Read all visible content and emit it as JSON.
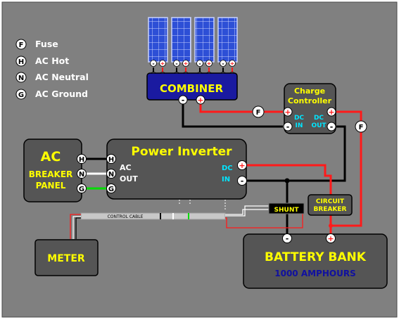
{
  "legend": [
    {
      "letter": "F",
      "label": "Fuse"
    },
    {
      "letter": "H",
      "label": "AC Hot"
    },
    {
      "letter": "N",
      "label": "AC Neutral"
    },
    {
      "letter": "G",
      "label": "AC Ground"
    }
  ],
  "panels": {
    "count": 4,
    "neg": "-",
    "pos": "+"
  },
  "combiner": {
    "title": "COMBINER",
    "neg": "-",
    "pos": "+"
  },
  "charge_controller": {
    "title_line1": "Charge",
    "title_line2": "Controller",
    "dc_in_line1": "DC",
    "dc_in_line2": "IN",
    "dc_out_line1": "DC",
    "dc_out_line2": "OUT",
    "pos": "+",
    "neg": "-"
  },
  "fuses": {
    "fuse1": "F",
    "fuse2": "F"
  },
  "ac_breaker_panel": {
    "title": "AC",
    "line1": "BREAKER",
    "line2": "PANEL",
    "hot": "H",
    "neutral": "N",
    "ground": "G"
  },
  "inverter": {
    "title": "Power  Inverter",
    "ac_line1": "AC",
    "ac_line2": "OUT",
    "dc_line1": "DC",
    "dc_line2": "IN",
    "hot": "H",
    "neutral": "N",
    "ground": "G",
    "pos": "+",
    "neg": "-"
  },
  "control_cable": "CONTROL CABLE",
  "shunt": "SHUNT",
  "circuit_breaker": {
    "line1": "CIRCUIT",
    "line2": "BREAKER"
  },
  "meter": "METER",
  "battery_bank": {
    "title": "BATTERY BANK",
    "subtitle": "1000  AMPHOURS",
    "neg": "-",
    "pos": "+"
  },
  "colors": {
    "background": "#808080",
    "box": "#555555",
    "combiner": "#1a1aa0",
    "label_yellow": "#ffff00",
    "label_cyan": "#00e5ff",
    "subtitle_blue": "#1010a0",
    "wire_red": "#ff1a1a",
    "wire_black": "#000000",
    "wire_green": "#00dd00",
    "solar_cell": "#2d4fd6"
  }
}
